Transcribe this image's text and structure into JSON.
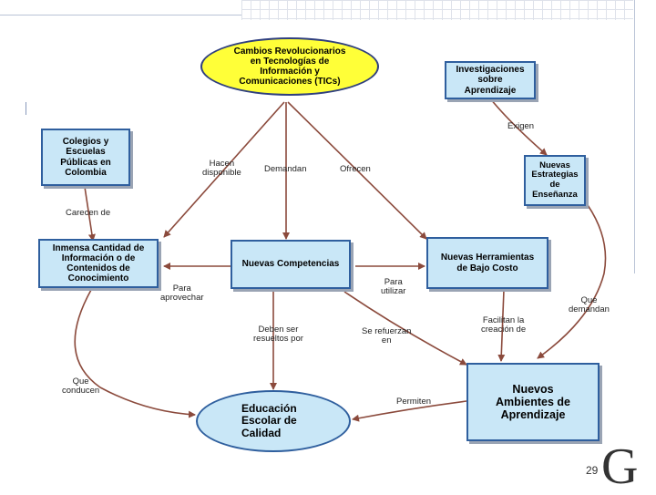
{
  "nodes": {
    "cambios": "Cambios Revolucionarios\nen Tecnologías de\nInformación y\nComunicaciones (TICs)",
    "investigaciones": "Investigaciones\nsobre\nAprendizaje",
    "colegios": "Colegios y\nEscuelas\nPúblicas en\nColombia",
    "nuevas_estrategias": "Nuevas\nEstrategias\nde\nEnseñanza",
    "inmensa": "Inmensa Cantidad de\nInformación o de\nContenidos de\nConocimiento",
    "competencias": "Nuevas Competencias",
    "herramientas": "Nuevas Herramientas\nde Bajo Costo",
    "ambientes": "Nuevos\nAmbientes de\nAprendizaje",
    "educacion": "Educación\nEscolar de\nCalidad"
  },
  "labels": {
    "exigen": "Exigen",
    "hacen_disponible": "Hacen\ndisponible",
    "demandan": "Demandan",
    "ofrecen": "Ofrecen",
    "carecen_de": "Carecen de",
    "para_aprovechar": "Para\naprovechar",
    "para_utilizar": "Para\nutilizar",
    "que_demandan": "Que\ndemandan",
    "facilitan": "Facilitan la\ncreación de",
    "deben_ser": "Deben ser\nresueltos por",
    "se_refuerzan": "Se refuerzan\nen",
    "que_conducen": "Que\nconducen",
    "permiten": "Permiten"
  },
  "footer": {
    "page_number": "29",
    "logo_glyph": "G"
  },
  "colors": {
    "accent_yellow": "#ffff38",
    "box_fill": "#c9e7f7",
    "arrow": "#8b4a3c"
  }
}
